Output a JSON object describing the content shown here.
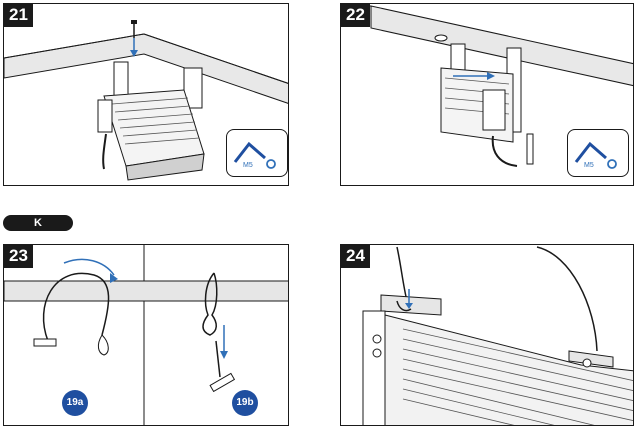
{
  "steps": {
    "s21": "21",
    "s22": "22",
    "s23": "23",
    "s24": "24"
  },
  "section": {
    "label": "K"
  },
  "tool": {
    "size_label": "M5"
  },
  "callouts": {
    "a": "19a",
    "b": "19b"
  },
  "colors": {
    "ink": "#1a1a1a",
    "accent": "#3070b8",
    "callout": "#1f4fa0",
    "rail": "#e6e6e6"
  }
}
